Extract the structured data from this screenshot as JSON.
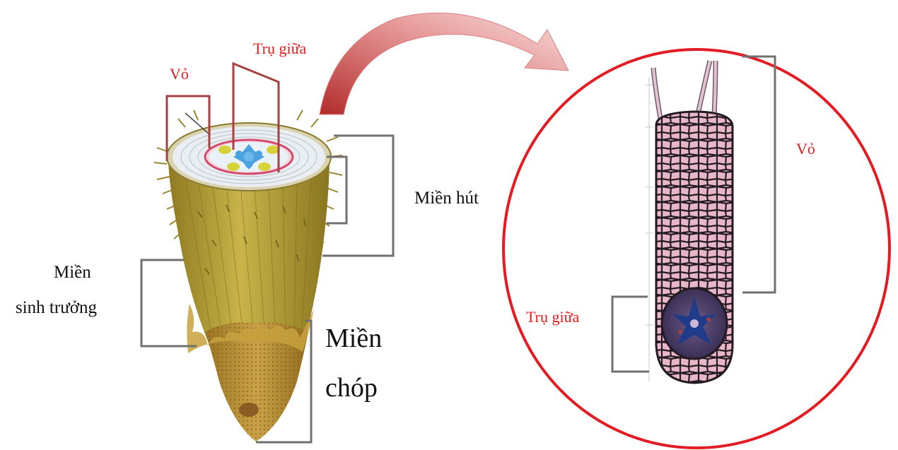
{
  "labels": {
    "left_vo": "Vỏ",
    "left_tru_giua": "Trụ giữa",
    "mien_hut": "Miền hút",
    "mien_sinh_truong_1": "Miền",
    "mien_sinh_truong_2": "sinh trưởng",
    "mien_chop_1": "Miền",
    "mien_chop_2": "chóp",
    "right_vo": "Vỏ",
    "right_tru_giua": "Trụ giữa"
  },
  "colors": {
    "label_red": "#e11d1d",
    "label_black": "#111111",
    "bracket_gray": "#707070",
    "circle_red": "#e31b23",
    "arrow_red": "#c73a3a",
    "root_body": "#b9a23a",
    "root_tip": "#b48a2b",
    "cross_section_cortex": "#e9eef2",
    "xylem_blue": "#4aa3e0",
    "phloem_yellow": "#d6d23a",
    "cell_pink": "#e8b9c9",
    "cell_wall": "#2a1f28",
    "stele_dark": "#2b2e5e"
  }
}
